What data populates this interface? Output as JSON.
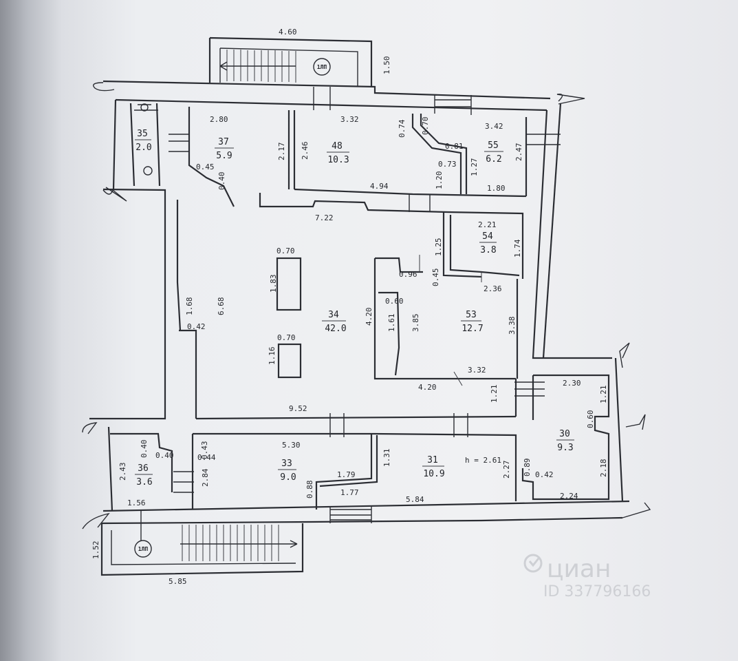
{
  "rooms": [
    {
      "id": "r35",
      "number": "35",
      "area": "2.0"
    },
    {
      "id": "r37",
      "number": "37",
      "area": "5.9"
    },
    {
      "id": "r48",
      "number": "48",
      "area": "10.3"
    },
    {
      "id": "r55",
      "number": "55",
      "area": "6.2"
    },
    {
      "id": "r54",
      "number": "54",
      "area": "3.8"
    },
    {
      "id": "r34",
      "number": "34",
      "area": "42.0"
    },
    {
      "id": "r53",
      "number": "53",
      "area": "12.7"
    },
    {
      "id": "r36",
      "number": "36",
      "area": "3.6"
    },
    {
      "id": "r33",
      "number": "33",
      "area": "9.0"
    },
    {
      "id": "r31",
      "number": "31",
      "area": "10.9"
    },
    {
      "id": "r30",
      "number": "30",
      "area": "9.3"
    }
  ],
  "dimensions": [
    "4.60",
    "1.50",
    "2.80",
    "3.32",
    "0.74",
    "0.70",
    "3.42",
    "2.17",
    "2.46",
    "0.81",
    "2.47",
    "0.73",
    "1.27",
    "1.20",
    "0.45",
    "0.40",
    "4.94",
    "1.80",
    "7.22",
    "2.21",
    "1.25",
    "1.74",
    "0.70",
    "1.83",
    "0.96",
    "0.45",
    "2.36",
    "0.60",
    "1.68",
    "6.68",
    "0.42",
    "4.20",
    "1.61",
    "3.85",
    "3.38",
    "0.70",
    "1.16",
    "4.20",
    "3.32",
    "2.30",
    "1.21",
    "1.21",
    "9.52",
    "0.60",
    "0.40",
    "0.43",
    "5.30",
    "2.43",
    "0.40",
    "0.44",
    "1.31",
    "h = 2.61",
    "2.27",
    "0.89",
    "2.18",
    "2.84",
    "1.79",
    "0.88",
    "1.77",
    "0.42",
    "5.84",
    "2.24",
    "1.56",
    "1.52",
    "5.85"
  ],
  "stair_marks": [
    "1ЛП",
    "1ЛП"
  ],
  "watermark": {
    "brand": "циан",
    "id": "ID 337796166"
  }
}
